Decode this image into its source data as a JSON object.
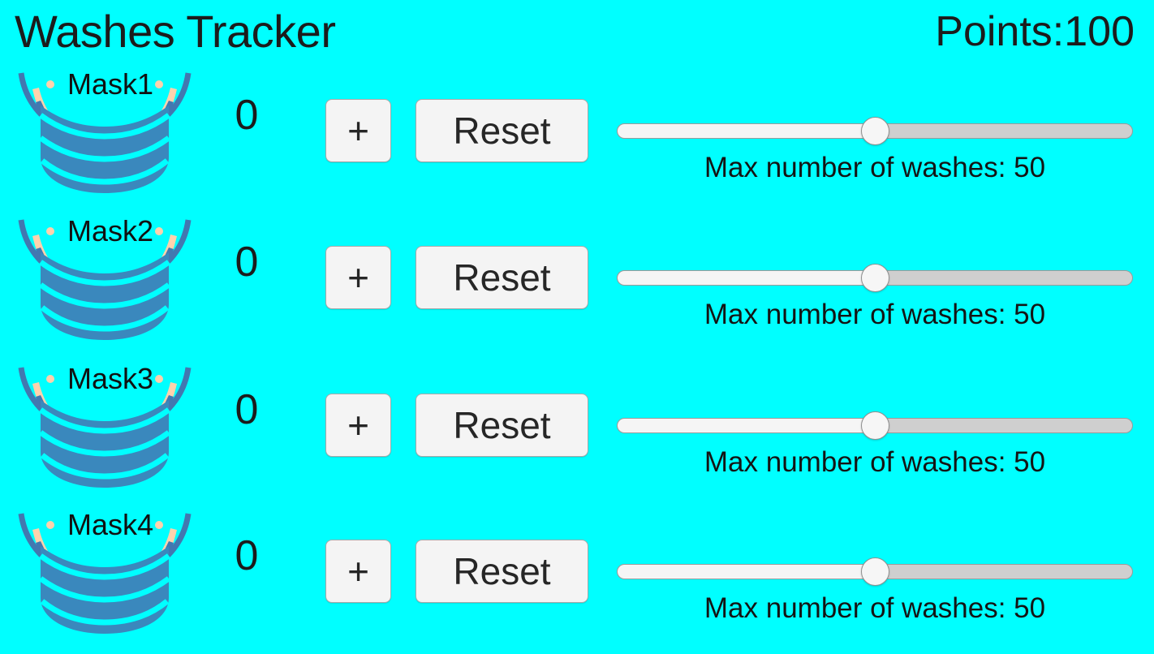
{
  "header": {
    "title": "Washes Tracker",
    "points_label": "Points:100"
  },
  "colors": {
    "background": "#00ffff",
    "text": "#1c1c1c",
    "mask_body": "#3a88bd",
    "mask_strap": "#4278b0",
    "mask_ear": "#ffd2ad",
    "button_face": "#f4f4f4",
    "button_border": "#a8a8a8",
    "track_empty": "#cfcfcf",
    "track_fill": "#f5f5f5",
    "thumb": "#f6f6f6"
  },
  "slider": {
    "min": 0,
    "max": 100,
    "percent": 50
  },
  "rows": [
    {
      "mask_label": "Mask1",
      "count": "0",
      "plus_label": "+",
      "reset_label": "Reset",
      "max_caption": "Max number of washes: 50",
      "slider_value": 50
    },
    {
      "mask_label": "Mask2",
      "count": "0",
      "plus_label": "+",
      "reset_label": "Reset",
      "max_caption": "Max number of washes: 50",
      "slider_value": 50
    },
    {
      "mask_label": "Mask3",
      "count": "0",
      "plus_label": "+",
      "reset_label": "Reset",
      "max_caption": "Max number of washes: 50",
      "slider_value": 50
    },
    {
      "mask_label": "Mask4",
      "count": "0",
      "plus_label": "+",
      "reset_label": "Reset",
      "max_caption": "Max number of washes: 50",
      "slider_value": 50
    }
  ],
  "icons": {
    "mask": "face-mask-icon"
  }
}
